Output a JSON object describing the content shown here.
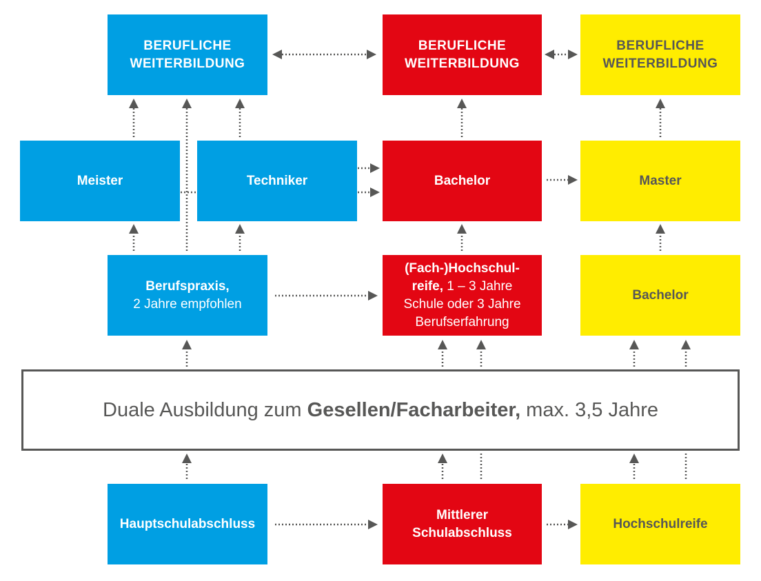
{
  "colors": {
    "blue": "#009fe3",
    "red": "#e30613",
    "yellow": "#ffed00",
    "text_dark": "#575756",
    "arrow": "#575756"
  },
  "row1": {
    "blue_weiterbildung": [
      "BERUFLICHE",
      "WEITERBILDUNG"
    ],
    "red_weiterbildung": [
      "BERUFLICHE",
      "WEITERBILDUNG"
    ],
    "yellow_weiterbildung": [
      "BERUFLICHE",
      "WEITERBILDUNG"
    ]
  },
  "row2": {
    "meister": "Meister",
    "techniker": "Techniker",
    "bachelor_red": "Bachelor",
    "master": "Master"
  },
  "row3": {
    "berufspraxis_bold": "Berufspraxis,",
    "berufspraxis_light": "2 Jahre empfohlen",
    "hochschulreife_bold_1": "(Fach-)Hochschul-",
    "hochschulreife_bold_2": "reife,",
    "hochschulreife_light_1": " 1 – 3 Jahre",
    "hochschulreife_light_2": "Schule oder 3 Jahre",
    "hochschulreife_light_3": "Berufserfahrung",
    "bachelor_yellow": "Bachelor"
  },
  "ausbildung": {
    "prefix": "Duale Ausbildung zum ",
    "bold": "Gesellen/Facharbeiter,",
    "suffix": " max. 3,5 Jahre"
  },
  "row5": {
    "hauptschulabschluss": "Hauptschulabschluss",
    "mittlerer": [
      "Mittlerer",
      "Schulabschluss"
    ],
    "hochschulreife": "Hochschulreife"
  }
}
